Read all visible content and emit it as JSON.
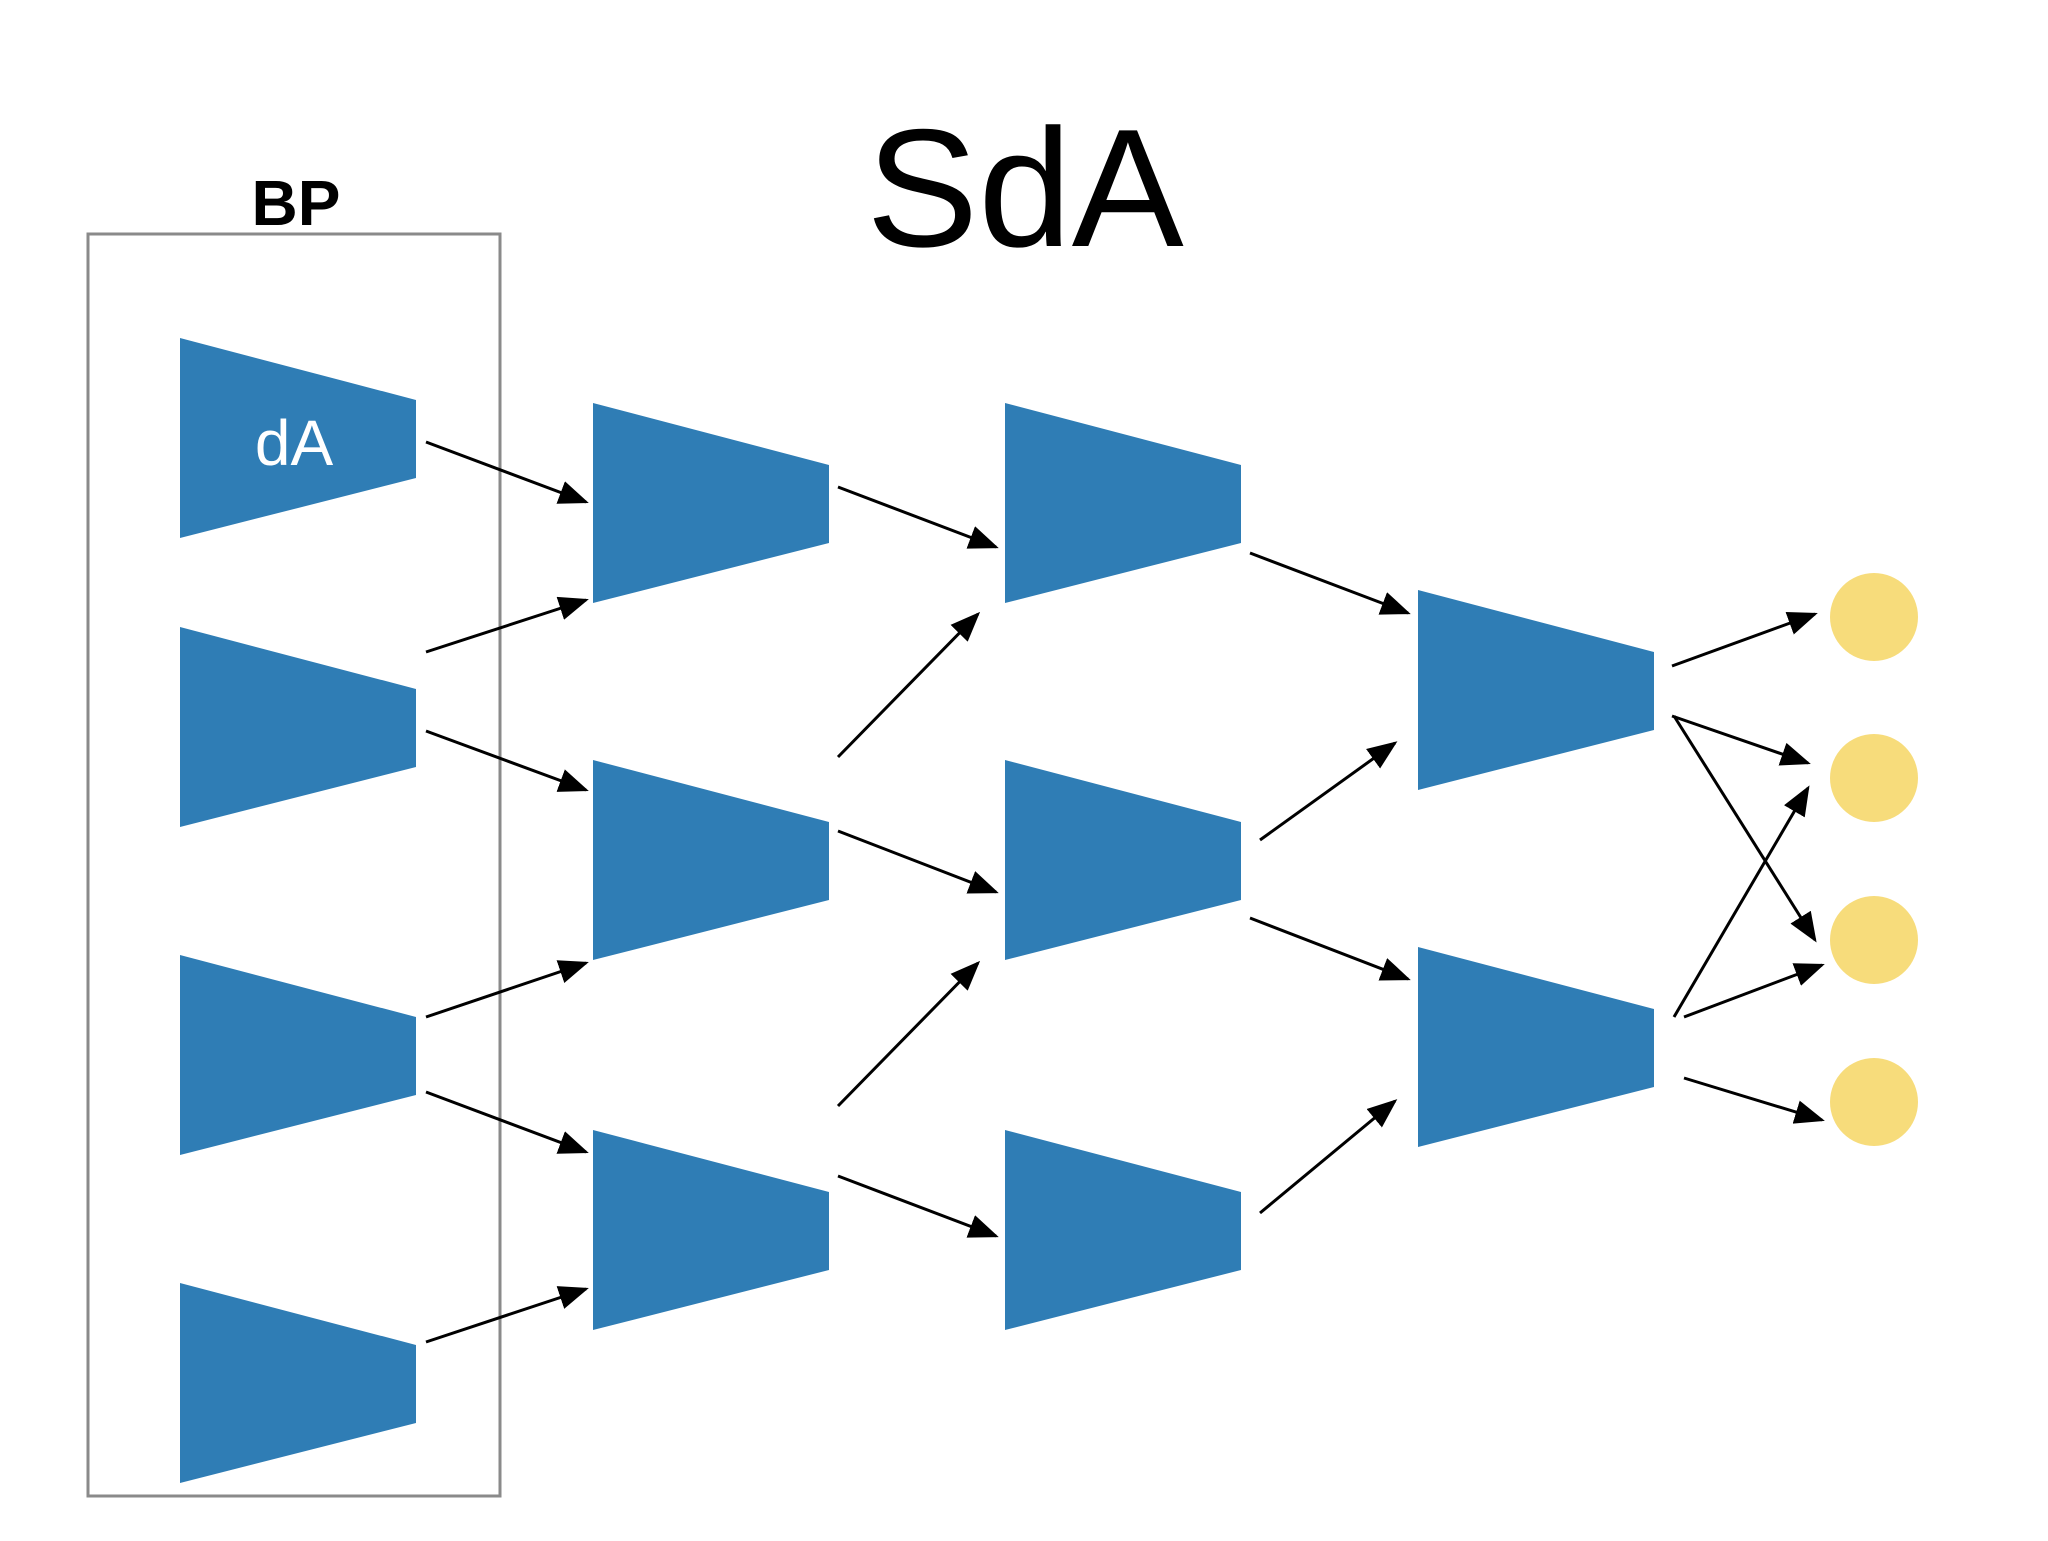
{
  "title": "SdA",
  "bp_label": "BP",
  "first_unit_label": "dA",
  "colors": {
    "autoencoder_fill": "#2f7db5",
    "output_node_fill": "#f7dc7b",
    "arrow": "#000000",
    "bp_box_stroke": "#8a8a8a",
    "unit_text": "#ffffff"
  },
  "diagram": {
    "layers": [
      {
        "name": "input-autoencoders",
        "units": 4
      },
      {
        "name": "layer-2-autoencoders",
        "units": 3
      },
      {
        "name": "layer-3-autoencoders",
        "units": 3
      },
      {
        "name": "layer-4-autoencoders",
        "units": 2
      },
      {
        "name": "output-nodes",
        "units": 4
      }
    ],
    "shape": "trapezoid",
    "output_shape": "circle"
  }
}
